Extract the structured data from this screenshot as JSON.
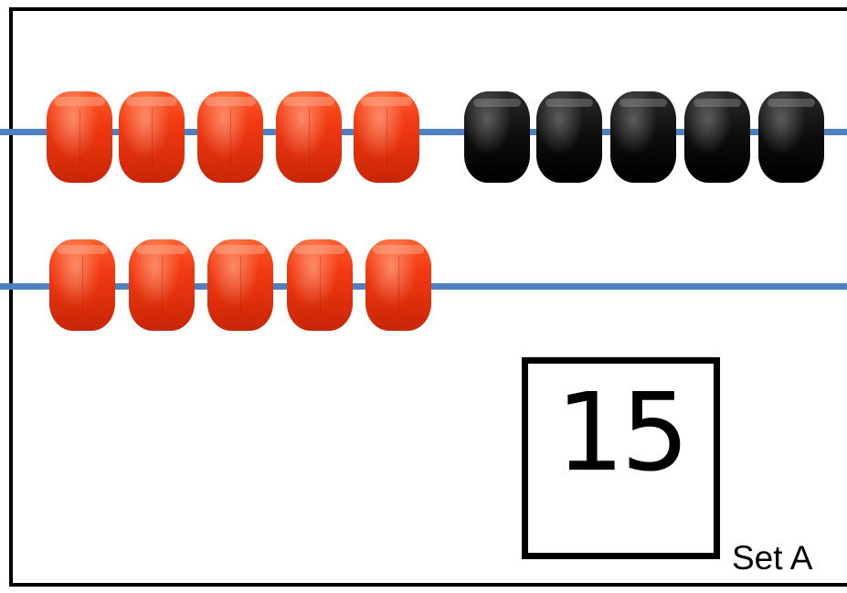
{
  "card": {
    "number": "15",
    "set_label": "Set A"
  },
  "abacus": {
    "rod_color": "#4f7fbf",
    "rows": [
      {
        "red_beads": 5,
        "black_beads": 5
      },
      {
        "red_beads": 5,
        "black_beads": 0
      }
    ],
    "colors": {
      "red": "#f23a12",
      "black": "#0d0d0d"
    }
  }
}
